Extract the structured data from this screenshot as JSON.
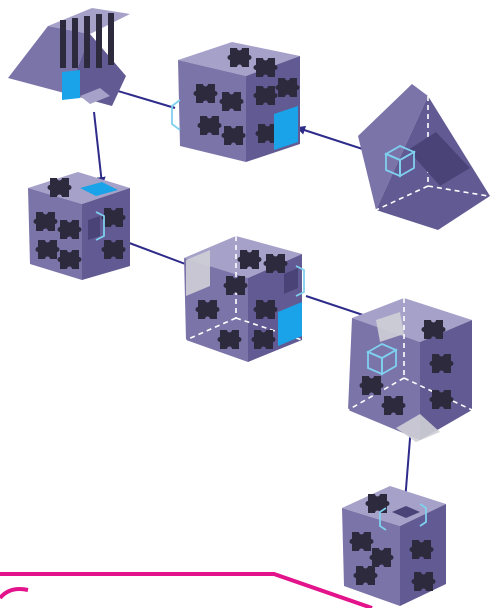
{
  "diagram": {
    "colors": {
      "background": "#ffffff",
      "body_top": "#a6a1c8",
      "body_left": "#7b74a9",
      "body_right": "#625b93",
      "face_dark": "#4a4378",
      "puzzle_mark": "#2d2a3e",
      "highlight": "#1aa3e8",
      "highlight_dark": "#0e80c4",
      "ghost_face": "#cfcfd6",
      "arrow": "#2e2b8a",
      "bracket": "#7fd0ee",
      "dashed_edge": "#ffffff",
      "frame": "#e3138c"
    },
    "nodes": [
      {
        "id": "wedge-slatted",
        "shape": "wedge",
        "icon": "slatted-wedge"
      },
      {
        "id": "cube-top-center",
        "shape": "cube",
        "icon": "puzzle-cube"
      },
      {
        "id": "wedge-right",
        "shape": "wedge",
        "icon": "cutaway-wedge"
      },
      {
        "id": "cube-left",
        "shape": "cube",
        "icon": "puzzle-cube"
      },
      {
        "id": "cube-middle",
        "shape": "cube",
        "icon": "cutaway-cube"
      },
      {
        "id": "cube-right",
        "shape": "cube",
        "icon": "cutaway-cube"
      },
      {
        "id": "cube-bottom",
        "shape": "cube",
        "icon": "puzzle-cube"
      }
    ],
    "connections": [
      {
        "from": "cube-top-center",
        "to": "wedge-slatted"
      },
      {
        "from": "wedge-right",
        "to": "cube-top-center"
      },
      {
        "from": "wedge-slatted",
        "to": "cube-left"
      },
      {
        "from": "cube-left",
        "to": "cube-middle"
      },
      {
        "from": "cube-middle",
        "to": "cube-right"
      },
      {
        "from": "cube-bottom",
        "to": "cube-right"
      }
    ]
  }
}
